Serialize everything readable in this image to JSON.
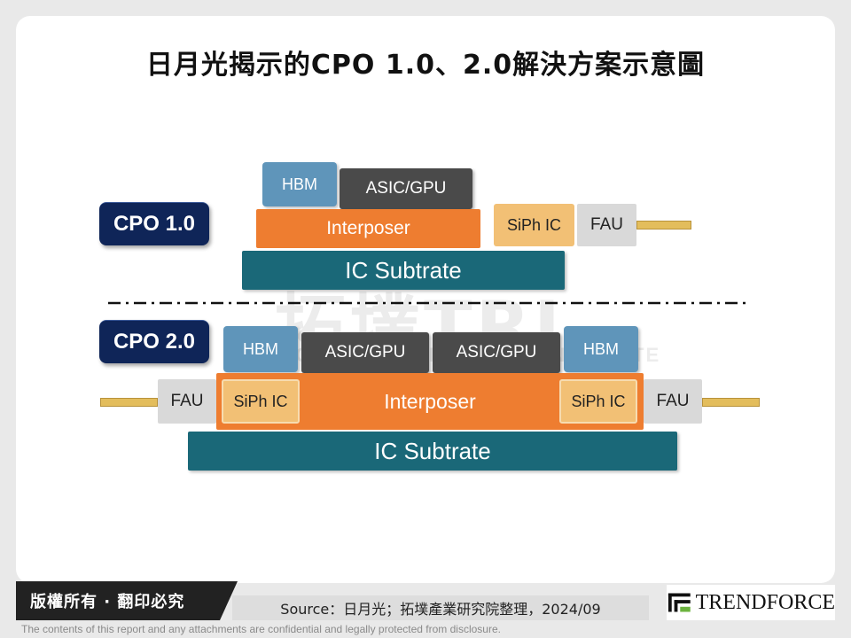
{
  "title": "日月光揭示的CPO 1.0、2.0解決方案示意圖",
  "cpo1": {
    "label": "CPO 1.0",
    "hbm": "HBM",
    "asic": "ASIC/GPU",
    "interposer": "Interposer",
    "siph": "SiPh IC",
    "fau": "FAU",
    "substrate": "IC Subtrate"
  },
  "cpo2": {
    "label": "CPO 2.0",
    "hbm_left": "HBM",
    "asic_left": "ASIC/GPU",
    "asic_right": "ASIC/GPU",
    "hbm_right": "HBM",
    "fau_left": "FAU",
    "siph_left": "SiPh IC",
    "interposer": "Interposer",
    "siph_right": "SiPh IC",
    "fau_right": "FAU",
    "substrate": "IC Subtrate"
  },
  "watermark": {
    "main": "拓墣TRI",
    "sub": "TOPOLOGY RESEARCH INSTITUTE"
  },
  "footer": {
    "copyright": "版權所有 · 翻印必究",
    "source": "Source：日月光；拓墣產業研究院整理，2024/09",
    "logo": "TRENDFORCE",
    "disclaimer": "The contents of this report and any attachments are confidential and legally protected from disclosure."
  },
  "colors": {
    "hbm": "#5f95ba",
    "asic": "#4a4a4a",
    "interposer": "#ee7d30",
    "siph": "#f2c075",
    "fau": "#d9d9d9",
    "substrate": "#1a6878",
    "label": "#0f2558",
    "fiber": "#e3bd5c"
  }
}
